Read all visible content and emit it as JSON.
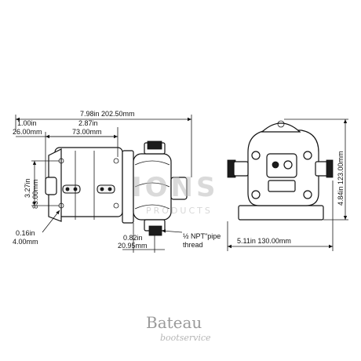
{
  "dimensions": {
    "overall_length": "7.98in  202.50mm",
    "inlet_offset_in": "1.00in",
    "inlet_offset_mm": "26.00mm",
    "mount_spacing_in": "2.87in",
    "mount_spacing_mm": "73.00mm",
    "mount_height_in": "3.27in",
    "mount_height_mm": "83.00mm",
    "hole_dia_in": "0.16in",
    "hole_dia_mm": "4.00mm",
    "port_offset_in": "0.82in",
    "port_offset_mm": "20.95mm",
    "thread_line1": "½ NPT\"pipe",
    "thread_line2": "thread",
    "front_width": "5.11in  130.00mm",
    "front_height": "4.84in  123.00mm"
  },
  "watermark": {
    "brand": "IONS",
    "sub": "PRODUCTS"
  },
  "logo": {
    "name": "Bateau",
    "tagline": "bootservice"
  }
}
